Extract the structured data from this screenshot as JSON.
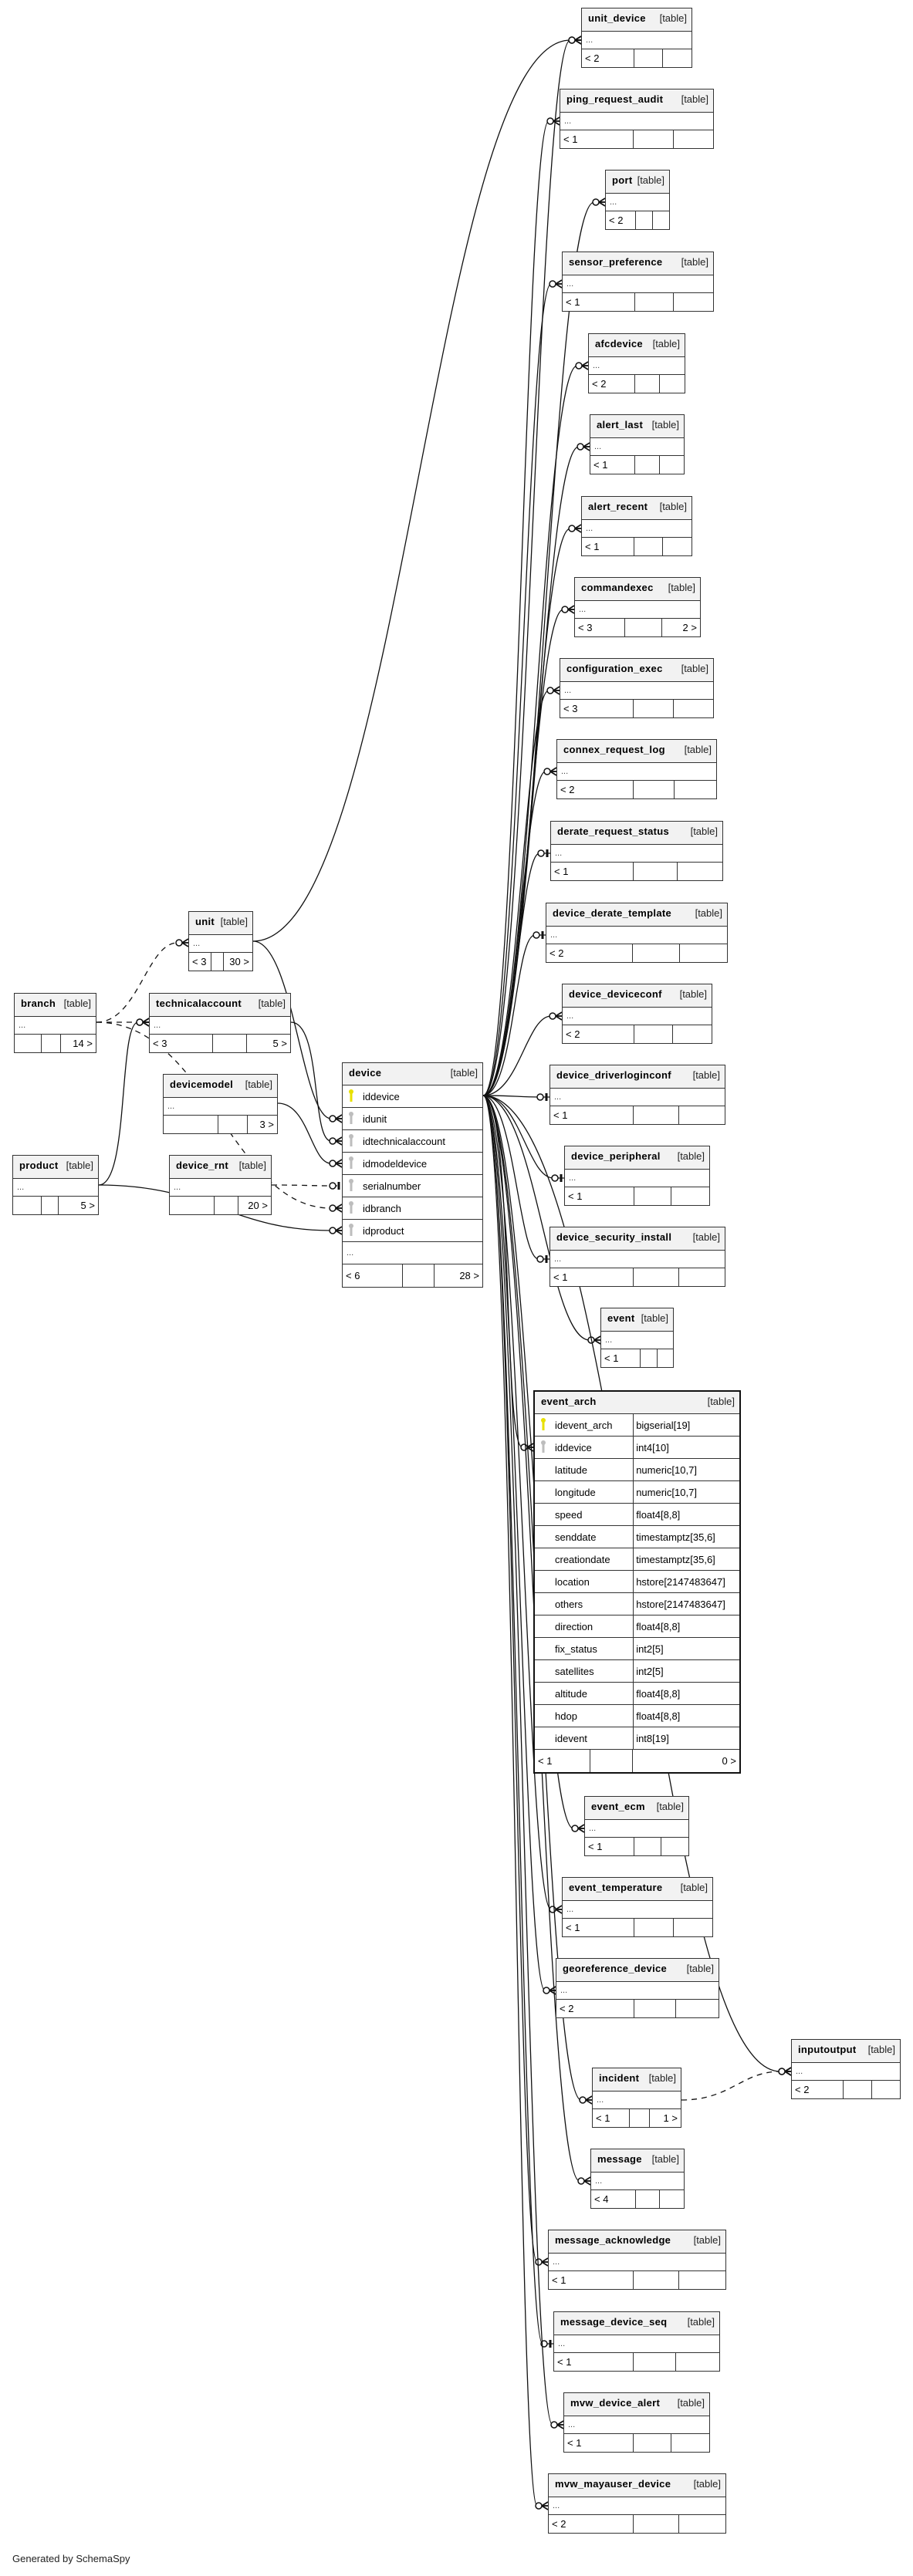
{
  "footer": "Generated by SchemaSpy",
  "table_kind": "[table]",
  "more": "...",
  "tables": [
    {
      "id": "unit_device",
      "name": "unit_device",
      "footer": {
        "left": "< 2",
        "right": ""
      }
    },
    {
      "id": "ping_request_audit",
      "name": "ping_request_audit",
      "footer": {
        "left": "< 1",
        "right": ""
      }
    },
    {
      "id": "port",
      "name": "port",
      "footer": {
        "left": "< 2",
        "right": ""
      }
    },
    {
      "id": "sensor_preference",
      "name": "sensor_preference",
      "footer": {
        "left": "< 1",
        "right": ""
      }
    },
    {
      "id": "afcdevice",
      "name": "afcdevice",
      "footer": {
        "left": "< 2",
        "right": ""
      }
    },
    {
      "id": "alert_last",
      "name": "alert_last",
      "footer": {
        "left": "< 1",
        "right": ""
      }
    },
    {
      "id": "alert_recent",
      "name": "alert_recent",
      "footer": {
        "left": "< 1",
        "right": ""
      }
    },
    {
      "id": "commandexec",
      "name": "commandexec",
      "footer": {
        "left": "< 3",
        "right": "2 >"
      }
    },
    {
      "id": "configuration_exec",
      "name": "configuration_exec",
      "footer": {
        "left": "< 3",
        "right": ""
      }
    },
    {
      "id": "connex_request_log",
      "name": "connex_request_log",
      "footer": {
        "left": "< 2",
        "right": ""
      }
    },
    {
      "id": "derate_request_status",
      "name": "derate_request_status",
      "footer": {
        "left": "< 1",
        "right": ""
      }
    },
    {
      "id": "device_derate_template",
      "name": "device_derate_template",
      "footer": {
        "left": "< 2",
        "right": ""
      }
    },
    {
      "id": "device_deviceconf",
      "name": "device_deviceconf",
      "footer": {
        "left": "< 2",
        "right": ""
      }
    },
    {
      "id": "device_driverloginconf",
      "name": "device_driverloginconf",
      "footer": {
        "left": "< 1",
        "right": ""
      }
    },
    {
      "id": "device_peripheral",
      "name": "device_peripheral",
      "footer": {
        "left": "< 1",
        "right": ""
      }
    },
    {
      "id": "device_security_install",
      "name": "device_security_install",
      "footer": {
        "left": "< 1",
        "right": ""
      }
    },
    {
      "id": "event",
      "name": "event",
      "footer": {
        "left": "< 1",
        "right": ""
      }
    },
    {
      "id": "event_arch",
      "name": "event_arch",
      "footer": {
        "left": "< 1",
        "right": "0 >"
      },
      "columns": [
        {
          "name": "idevent_arch",
          "type": "bigserial[19]",
          "key": "pk"
        },
        {
          "name": "iddevice",
          "type": "int4[10]",
          "key": "fk"
        },
        {
          "name": "latitude",
          "type": "numeric[10,7]",
          "key": ""
        },
        {
          "name": "longitude",
          "type": "numeric[10,7]",
          "key": ""
        },
        {
          "name": "speed",
          "type": "float4[8,8]",
          "key": ""
        },
        {
          "name": "senddate",
          "type": "timestamptz[35,6]",
          "key": ""
        },
        {
          "name": "creationdate",
          "type": "timestamptz[35,6]",
          "key": ""
        },
        {
          "name": "location",
          "type": "hstore[2147483647]",
          "key": ""
        },
        {
          "name": "others",
          "type": "hstore[2147483647]",
          "key": ""
        },
        {
          "name": "direction",
          "type": "float4[8,8]",
          "key": ""
        },
        {
          "name": "fix_status",
          "type": "int2[5]",
          "key": ""
        },
        {
          "name": "satellites",
          "type": "int2[5]",
          "key": ""
        },
        {
          "name": "altitude",
          "type": "float4[8,8]",
          "key": ""
        },
        {
          "name": "hdop",
          "type": "float4[8,8]",
          "key": ""
        },
        {
          "name": "idevent",
          "type": "int8[19]",
          "key": ""
        }
      ]
    },
    {
      "id": "event_ecm",
      "name": "event_ecm",
      "footer": {
        "left": "< 1",
        "right": ""
      }
    },
    {
      "id": "event_temperature",
      "name": "event_temperature",
      "footer": {
        "left": "< 1",
        "right": ""
      }
    },
    {
      "id": "georeference_device",
      "name": "georeference_device",
      "footer": {
        "left": "< 2",
        "right": ""
      }
    },
    {
      "id": "inputoutput",
      "name": "inputoutput",
      "footer": {
        "left": "< 2",
        "right": ""
      }
    },
    {
      "id": "incident",
      "name": "incident",
      "footer": {
        "left": "< 1",
        "right": "1 >"
      }
    },
    {
      "id": "message",
      "name": "message",
      "footer": {
        "left": "< 4",
        "right": ""
      }
    },
    {
      "id": "message_acknowledge",
      "name": "message_acknowledge",
      "footer": {
        "left": "< 1",
        "right": ""
      }
    },
    {
      "id": "message_device_seq",
      "name": "message_device_seq",
      "footer": {
        "left": "< 1",
        "right": ""
      }
    },
    {
      "id": "mvw_device_alert",
      "name": "mvw_device_alert",
      "footer": {
        "left": "< 1",
        "right": ""
      }
    },
    {
      "id": "mvw_mayauser_device",
      "name": "mvw_mayauser_device",
      "footer": {
        "left": "< 2",
        "right": ""
      }
    },
    {
      "id": "unit",
      "name": "unit",
      "footer": {
        "left": "< 3",
        "right": "30 >"
      }
    },
    {
      "id": "branch",
      "name": "branch",
      "footer": {
        "left": "",
        "right": "14 >"
      }
    },
    {
      "id": "technicalaccount",
      "name": "technicalaccount",
      "footer": {
        "left": "< 3",
        "right": "5 >"
      }
    },
    {
      "id": "devicemodel",
      "name": "devicemodel",
      "footer": {
        "left": "",
        "right": "3 >"
      }
    },
    {
      "id": "product",
      "name": "product",
      "footer": {
        "left": "",
        "right": "5 >"
      }
    },
    {
      "id": "device_rnt",
      "name": "device_rnt",
      "footer": {
        "left": "",
        "right": "20 >"
      }
    },
    {
      "id": "device",
      "name": "device",
      "footer": {
        "left": "< 6",
        "right": "28 >"
      },
      "has_more": true,
      "columns": [
        {
          "name": "iddevice",
          "key": "pk"
        },
        {
          "name": "idunit",
          "key": "fk"
        },
        {
          "name": "idtechnicalaccount",
          "key": "fk"
        },
        {
          "name": "idmodeldevice",
          "key": "fk"
        },
        {
          "name": "serialnumber",
          "key": "fk"
        },
        {
          "name": "idbranch",
          "key": "fk"
        },
        {
          "name": "idproduct",
          "key": "fk"
        }
      ]
    }
  ],
  "colors": {
    "pk_key": "#e8e000",
    "fk_key": "#bdbdbd",
    "header_bg": "#f2f2f2",
    "border": "#333333"
  }
}
